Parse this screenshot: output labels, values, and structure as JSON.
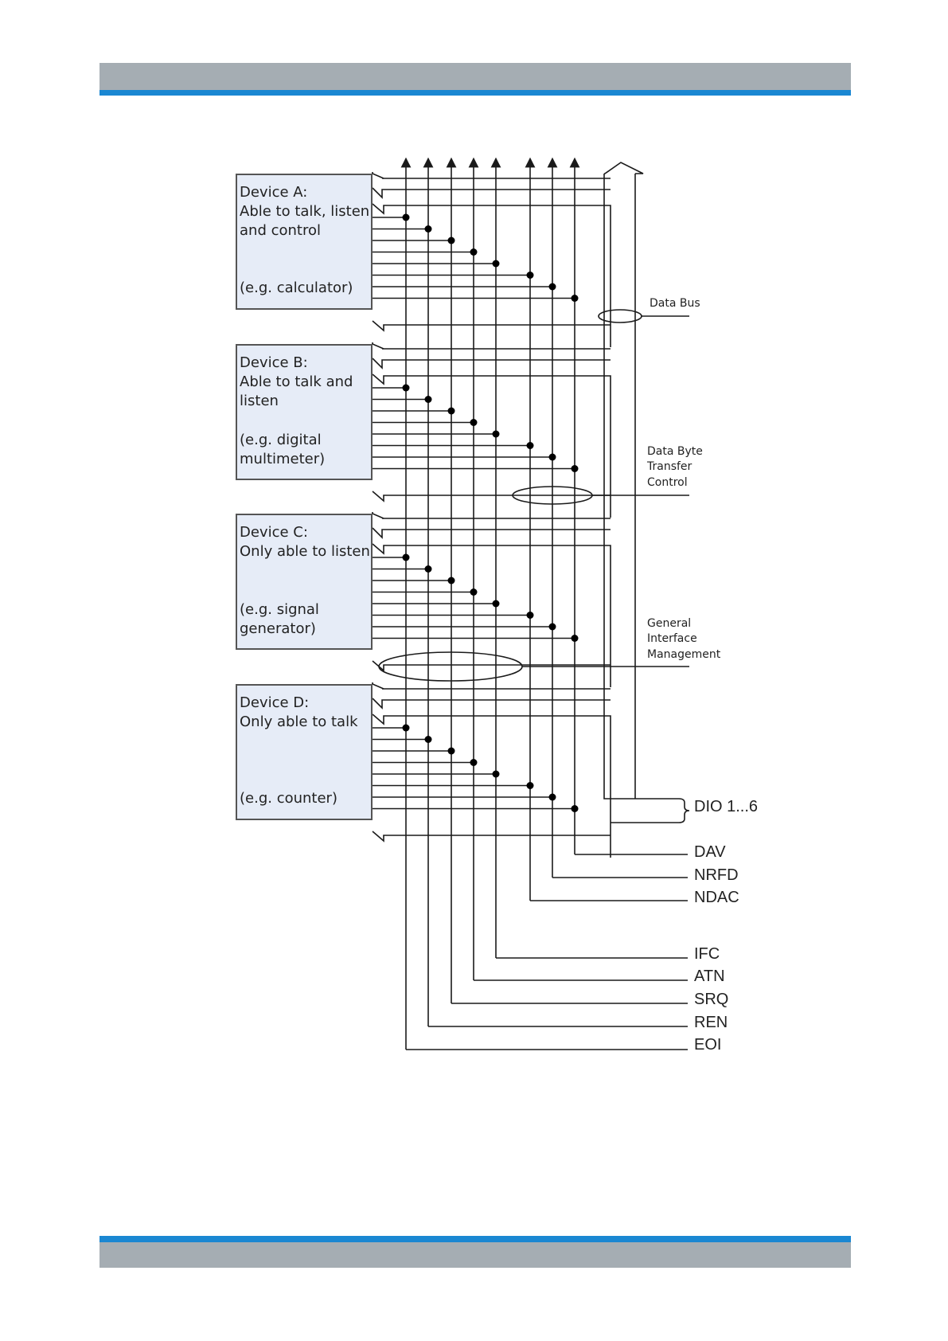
{
  "colors": {
    "header_grey": "#a5adb3",
    "accent_blue": "#1a87d2",
    "box_fill": "#e6ecf7",
    "line": "#1a1a1a"
  },
  "devices": [
    {
      "name": "Device A:",
      "line1": "Able to talk, listen",
      "line2": "and control",
      "example": "(e.g. calculator)"
    },
    {
      "name": "Device B:",
      "line1": "Able to talk and",
      "line2": "listen",
      "example": "(e.g. digital",
      "example2": "multimeter)"
    },
    {
      "name": "Device C:",
      "line1": "Only able to listen",
      "line2": "",
      "example": "(e.g. signal",
      "example2": "generator)"
    },
    {
      "name": "Device D:",
      "line1": "Only able to talk",
      "line2": "",
      "example": "(e.g. counter)"
    }
  ],
  "bus_groups": {
    "data_bus": "Data Bus",
    "data_byte_transfer_control": [
      "Data Byte",
      "Transfer",
      "Control"
    ],
    "general_interface_management": [
      "General",
      "Interface",
      "Management"
    ]
  },
  "signals": {
    "dio": "DIO 1...6",
    "handshake": [
      "DAV",
      "NRFD",
      "NDAC"
    ],
    "management": [
      "IFC",
      "ATN",
      "SRQ",
      "REN",
      "EOI"
    ]
  }
}
